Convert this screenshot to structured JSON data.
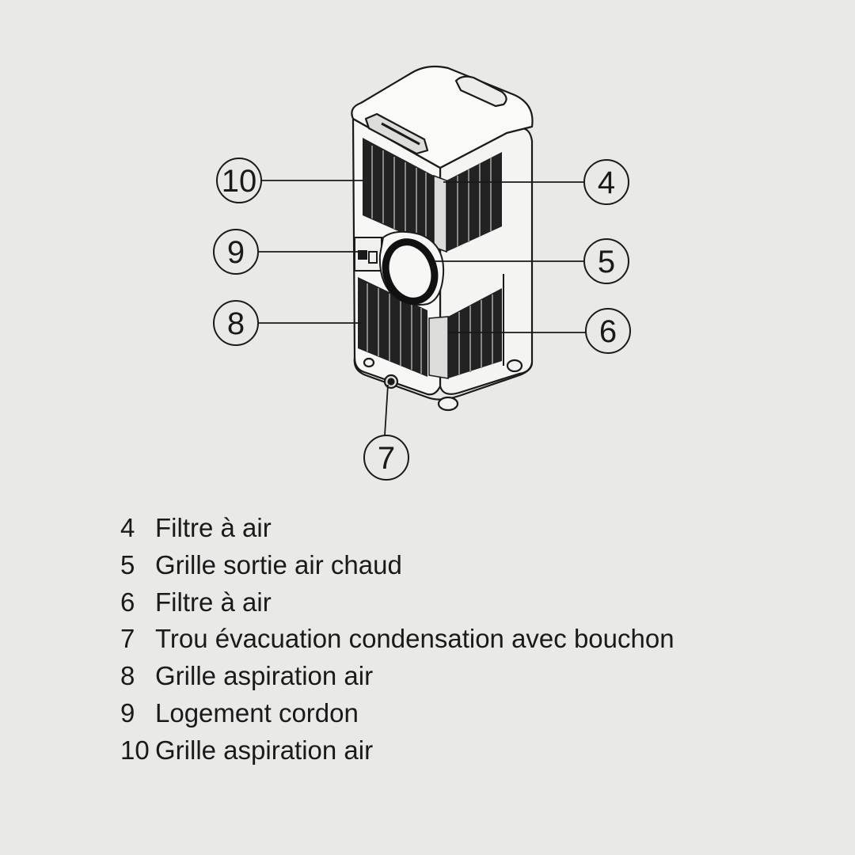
{
  "callouts": [
    "4",
    "5",
    "6",
    "7",
    "8",
    "9",
    "10"
  ],
  "legend": [
    {
      "num": "4",
      "text": "Filtre à air"
    },
    {
      "num": "5",
      "text": "Grille sortie air chaud"
    },
    {
      "num": "6",
      "text": "Filtre à air"
    },
    {
      "num": "7",
      "text": "Trou évacuation condensation avec bouchon"
    },
    {
      "num": "8",
      "text": "Grille aspiration air"
    },
    {
      "num": "9",
      "text": "Logement cordon"
    },
    {
      "num": "10",
      "text": "Grille aspiration air"
    }
  ],
  "colors": {
    "background": "#e9e9e7",
    "ink": "#1a1a1a",
    "unit_body": "#f7f7f5",
    "grille": "#222222"
  }
}
